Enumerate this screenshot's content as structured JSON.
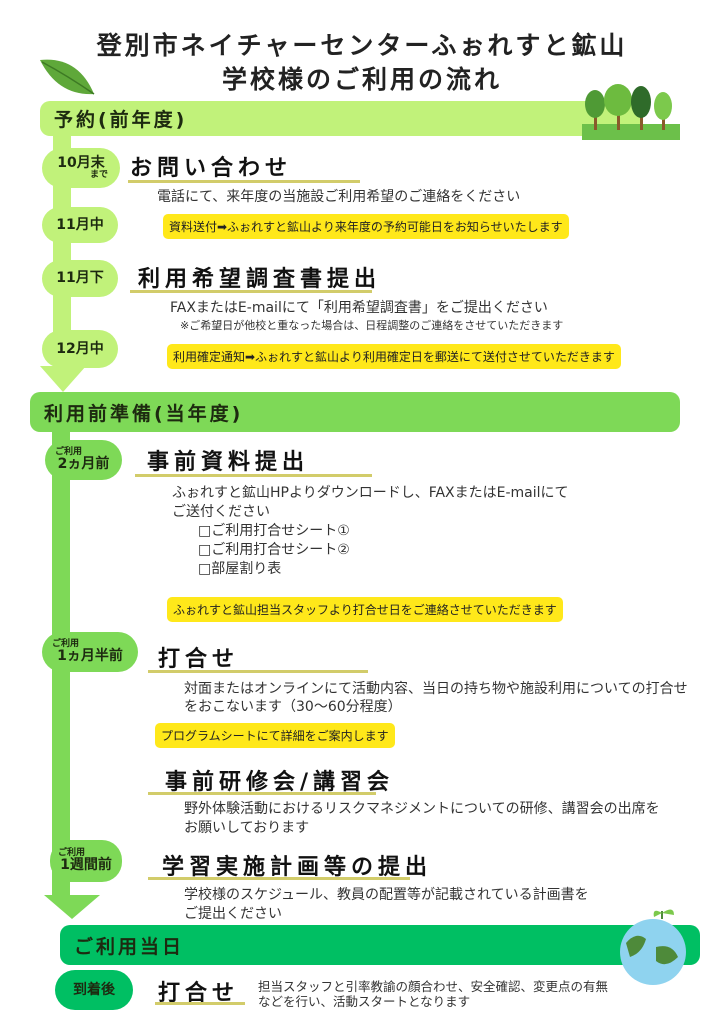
{
  "title": {
    "line1": "登別市ネイチャーセンターふぉれすと鉱山",
    "line2": "学校様のご利用の流れ"
  },
  "colors": {
    "light_green": "#c1f27a",
    "mid_green": "#7ed957",
    "dark_green": "#00bf63",
    "yellow": "#ffe81a",
    "underline": "#d2cc6a"
  },
  "sections": [
    {
      "label": "予約(前年度)",
      "steps": [
        {
          "pill": "10月末",
          "pill_sub": "まで",
          "heading": "お問い合わせ",
          "text": [
            "電話にて、来年度の当施設ご利用希望のご連絡をください"
          ]
        },
        {
          "pill": "11月中",
          "notice": "資料送付➡ふぉれすと鉱山より来年度の予約可能日をお知らせいたします"
        },
        {
          "pill": "11月下",
          "heading": "利用希望調査書提出",
          "text": [
            "FAXまたはE-mailにて「利用希望調査書」をご提出ください"
          ],
          "note": "※ご希望日が他校と重なった場合は、日程調整のご連絡をさせていただきます"
        },
        {
          "pill": "12月中",
          "notice": "利用確定通知➡ふぉれすと鉱山より利用確定日を郵送にて送付させていただきます"
        }
      ]
    },
    {
      "label": "利用前準備(当年度)",
      "steps": [
        {
          "pill_pre": "ご利用",
          "pill": "2ヵ月前",
          "heading": "事前資料提出",
          "text": [
            "ふぉれすと鉱山HPよりダウンロードし、FAXまたはE-mailにて",
            "ご送付ください"
          ],
          "list": [
            "□ご利用打合せシート①",
            "□ご利用打合せシート②",
            "□部屋割り表"
          ],
          "notice": "ふぉれすと鉱山担当スタッフより打合せ日をご連絡させていただきます"
        },
        {
          "pill_pre": "ご利用",
          "pill": "1ヵ月半前",
          "heading": "打合せ",
          "text": [
            "対面またはオンラインにて活動内容、当日の持ち物や施設利用についての打合せ",
            "をおこないます（30〜60分程度）"
          ],
          "notice": "プログラムシートにて詳細をご案内します"
        },
        {
          "heading": "事前研修会/講習会",
          "text": [
            "野外体験活動におけるリスクマネジメントについての研修、講習会の出席を",
            "お願いしております"
          ]
        },
        {
          "pill_pre": "ご利用",
          "pill": "1週間前",
          "heading": "学習実施計画等の提出",
          "text": [
            "学校様のスケジュール、教員の配置等が記載されている計画書を",
            "ご提出ください"
          ]
        }
      ]
    },
    {
      "label": "ご利用当日",
      "steps": [
        {
          "pill": "到着後",
          "heading": "打合せ",
          "text": [
            "担当スタッフと引率教諭の顔合わせ、安全確認、変更点の有無",
            "などを行い、活動スタートとなります"
          ]
        }
      ]
    }
  ]
}
